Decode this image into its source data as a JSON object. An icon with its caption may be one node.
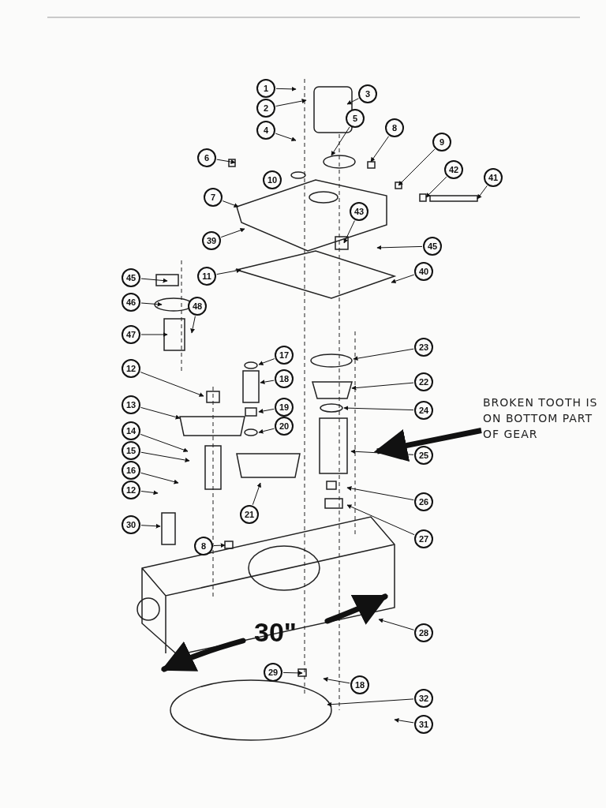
{
  "diagram": {
    "nodes": [
      {
        "text": [
          "1"
        ]
      },
      {
        "text": [
          "2"
        ]
      },
      {
        "text": [
          "3"
        ]
      },
      {
        "text": [
          "4"
        ]
      },
      {
        "text": [
          "5"
        ]
      },
      {
        "text": [
          "6"
        ]
      },
      {
        "text": [
          "10"
        ]
      },
      {
        "text": [
          "8"
        ]
      },
      {
        "text": [
          "9"
        ]
      },
      {
        "text": [
          "7"
        ]
      },
      {
        "text": [
          "43"
        ]
      },
      {
        "text": [
          "42"
        ]
      },
      {
        "text": [
          "41"
        ]
      },
      {
        "text": [
          "39"
        ]
      },
      {
        "text": [
          "45"
        ]
      },
      {
        "text": [
          "11"
        ]
      },
      {
        "text": [
          "40"
        ]
      },
      {
        "text": [
          "45"
        ]
      },
      {
        "text": [
          "46"
        ]
      },
      {
        "text": [
          "48"
        ]
      },
      {
        "text": [
          "47"
        ]
      },
      {
        "text": [
          "17"
        ]
      },
      {
        "text": [
          "23"
        ]
      },
      {
        "text": [
          "18"
        ]
      },
      {
        "text": [
          "12"
        ]
      },
      {
        "text": [
          "22"
        ]
      },
      {
        "text": [
          "13"
        ]
      },
      {
        "text": [
          "19"
        ]
      },
      {
        "text": [
          "24"
        ]
      },
      {
        "text": [
          "20"
        ]
      },
      {
        "text": [
          "14"
        ]
      },
      {
        "text": [
          "15"
        ]
      },
      {
        "text": [
          "25"
        ]
      },
      {
        "text": [
          "16"
        ]
      },
      {
        "text": [
          "12"
        ]
      },
      {
        "text": [
          "21"
        ]
      },
      {
        "text": [
          "26"
        ]
      },
      {
        "text": [
          "30"
        ]
      },
      {
        "text": [
          "8"
        ]
      },
      {
        "text": [
          "27"
        ]
      },
      {
        "text": [
          "28"
        ]
      },
      {
        "text": [
          "29"
        ]
      },
      {
        "text": [
          "18"
        ]
      },
      {
        "text": [
          "32"
        ]
      },
      {
        "text": [
          "31"
        ]
      },
      {
        "text": [
          "BROKEN TOOTH IS ON BOTTOM PART OF GEAR"
        ]
      }
    ],
    "edges": [
      {
        "from": 0,
        "to": null,
        "arrow": "to"
      },
      {
        "from": 1,
        "to": null,
        "arrow": "to"
      },
      {
        "from": 2,
        "to": null,
        "arrow": "to"
      },
      {
        "from": 3,
        "to": null,
        "arrow": "to"
      },
      {
        "from": 4,
        "to": null,
        "arrow": "to"
      },
      {
        "from": 5,
        "to": null,
        "arrow": "to"
      },
      {
        "from": 7,
        "to": null,
        "arrow": "to"
      },
      {
        "from": 8,
        "to": null,
        "arrow": "to"
      },
      {
        "from": 9,
        "to": null,
        "arrow": "to"
      },
      {
        "from": 10,
        "to": null,
        "arrow": "to"
      },
      {
        "from": 11,
        "to": null,
        "arrow": "to"
      },
      {
        "from": 12,
        "to": null,
        "arrow": "to"
      },
      {
        "from": 13,
        "to": null,
        "arrow": "to"
      },
      {
        "from": 14,
        "to": null,
        "arrow": "to"
      },
      {
        "from": 15,
        "to": null,
        "arrow": "to"
      },
      {
        "from": 16,
        "to": null,
        "arrow": "to"
      },
      {
        "from": 17,
        "to": null,
        "arrow": "to"
      },
      {
        "from": 18,
        "to": null,
        "arrow": "to"
      },
      {
        "from": 19,
        "to": null,
        "arrow": "to"
      },
      {
        "from": 20,
        "to": null,
        "arrow": "to"
      },
      {
        "from": 21,
        "to": null,
        "arrow": "to"
      },
      {
        "from": 22,
        "to": null,
        "arrow": "to"
      },
      {
        "from": 23,
        "to": null,
        "arrow": "to"
      },
      {
        "from": 24,
        "to": null,
        "arrow": "to"
      },
      {
        "from": 25,
        "to": null,
        "arrow": "to"
      },
      {
        "from": 26,
        "to": null,
        "arrow": "to"
      },
      {
        "from": 27,
        "to": null,
        "arrow": "to"
      },
      {
        "from": 28,
        "to": null,
        "arrow": "to"
      },
      {
        "from": 29,
        "to": null,
        "arrow": "to"
      },
      {
        "from": 30,
        "to": null,
        "arrow": "to"
      },
      {
        "from": 31,
        "to": null,
        "arrow": "to"
      },
      {
        "from": 32,
        "to": null,
        "arrow": "to"
      },
      {
        "from": 33,
        "to": null,
        "arrow": "to"
      },
      {
        "from": 34,
        "to": null,
        "arrow": "to"
      },
      {
        "from": 35,
        "to": null,
        "arrow": "to"
      },
      {
        "from": 36,
        "to": null,
        "arrow": "to"
      },
      {
        "from": 37,
        "to": null,
        "arrow": "to"
      },
      {
        "from": 38,
        "to": null,
        "arrow": "to"
      },
      {
        "from": 39,
        "to": null,
        "arrow": "to"
      },
      {
        "from": 40,
        "to": null,
        "arrow": "to"
      },
      {
        "from": 41,
        "to": null,
        "arrow": "to"
      },
      {
        "from": 42,
        "to": null,
        "arrow": "to"
      },
      {
        "from": 43,
        "to": null,
        "arrow": "to"
      },
      {
        "from": 44,
        "to": null,
        "arrow": "to"
      },
      {
        "from": 45,
        "to": null,
        "arrow": "to",
        "style": "thick"
      }
    ],
    "labels": [
      "30\""
    ]
  }
}
